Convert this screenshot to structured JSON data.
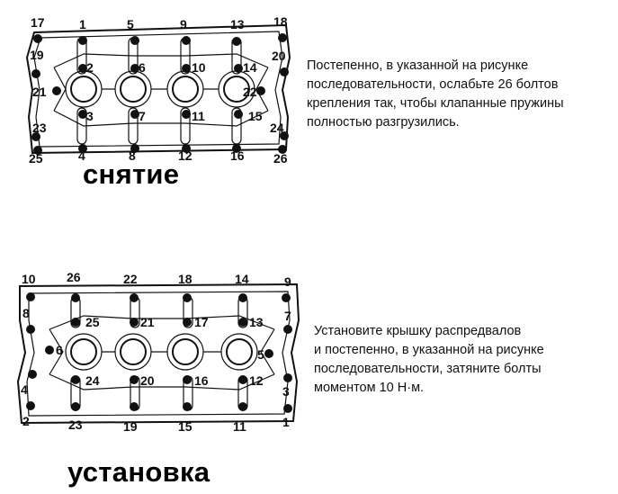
{
  "removal": {
    "title": "снятие",
    "instruction_lines": [
      "Постепенно, в указанной на рисунке",
      "последовательности, ослабьте 26 болтов",
      "крепления так, чтобы клапанные пружины",
      "полностью разгрузились."
    ],
    "bolt_labels": [
      "17",
      "1",
      "5",
      "9",
      "13",
      "18",
      "19",
      "2",
      "6",
      "10",
      "14",
      "20",
      "21",
      "22",
      "3",
      "7",
      "11",
      "15",
      "23",
      "24",
      "25",
      "4",
      "8",
      "12",
      "16",
      "26"
    ]
  },
  "installation": {
    "title": "установка",
    "instruction_lines": [
      "Установите крышку распредвалов",
      "и постепенно, в указанной на рисунке",
      "последовательности, затяните болты",
      "моментом 10 Н·м."
    ],
    "bolt_labels": [
      "10",
      "26",
      "22",
      "18",
      "14",
      "9",
      "8",
      "25",
      "21",
      "17",
      "13",
      "7",
      "6",
      "5",
      "4",
      "24",
      "20",
      "16",
      "12",
      "3",
      "2",
      "23",
      "19",
      "15",
      "11",
      "1"
    ]
  }
}
